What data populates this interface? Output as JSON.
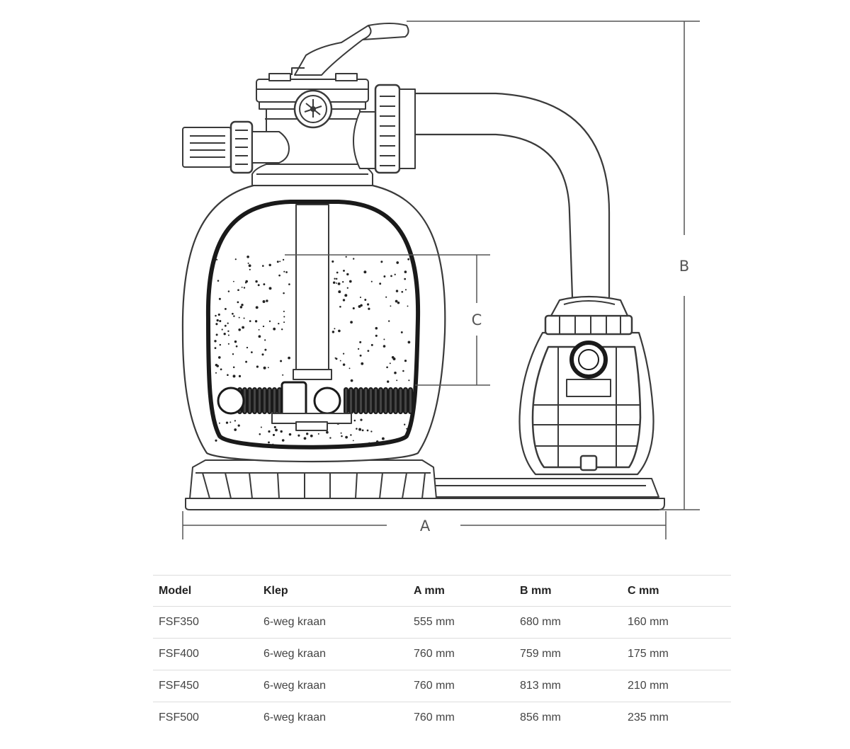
{
  "dimensions": {
    "a_label": "A",
    "b_label": "B",
    "c_label": "C"
  },
  "table": {
    "headers": [
      "Model",
      "Klep",
      "A mm",
      "B mm",
      "C mm"
    ],
    "rows": [
      [
        "FSF350",
        "6-weg kraan",
        "555 mm",
        "680 mm",
        "160 mm"
      ],
      [
        "FSF400",
        "6-weg kraan",
        "760 mm",
        "759 mm",
        "175 mm"
      ],
      [
        "FSF450",
        "6-weg kraan",
        "760 mm",
        "813 mm",
        "210 mm"
      ],
      [
        "FSF500",
        "6-weg kraan",
        "760 mm",
        "856 mm",
        "235 mm"
      ]
    ]
  }
}
